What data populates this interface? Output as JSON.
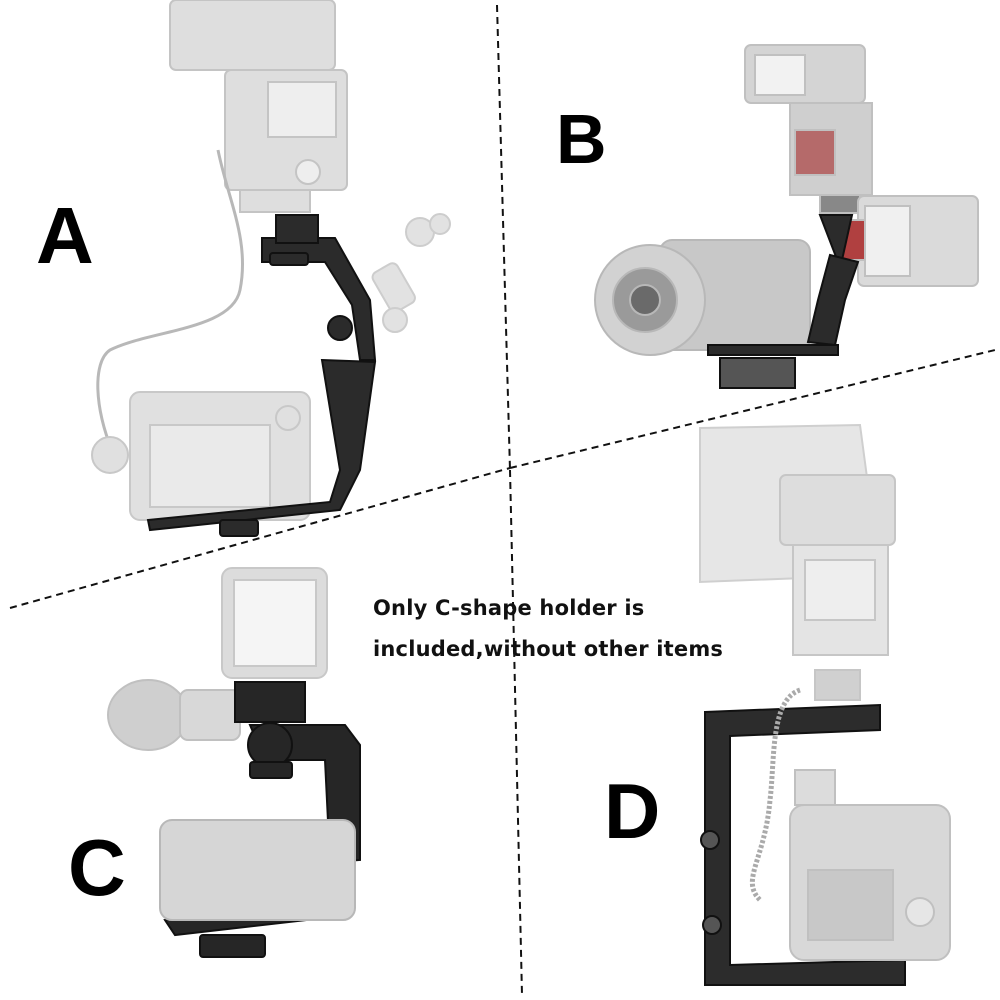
{
  "labels": {
    "a": "A",
    "b": "B",
    "c": "C",
    "d": "D"
  },
  "note": {
    "line1": "Only C-shape holder is",
    "line2": "included,without other items"
  },
  "colors": {
    "background": "#ffffff",
    "bracket": "#2a2a2a",
    "faded_items": "#d6d6d6",
    "divider": "#111111",
    "text": "#000000"
  },
  "icons": {
    "quadrant_a": "c-bracket-with-flash-and-camera",
    "quadrant_b": "l-bracket-with-dslr-and-two-flashes",
    "quadrant_c": "c-bracket-with-phone-light-and-mic",
    "quadrant_d": "frame-bracket-with-flash-and-dslr"
  }
}
